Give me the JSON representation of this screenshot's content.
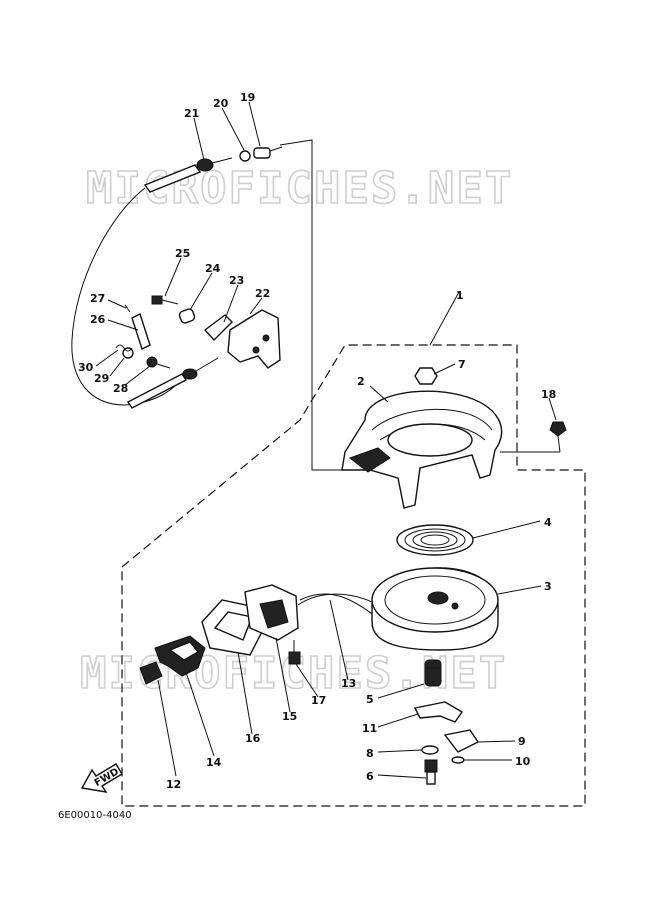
{
  "watermark": {
    "top": "MICROFICHES.NET",
    "bottom": "MICROFICHES.NET"
  },
  "drawing_code": "6E00010-4040",
  "fwd_label": "FWD",
  "callouts": {
    "p1": "1",
    "p2": "2",
    "p3": "3",
    "p4": "4",
    "p5": "5",
    "p6": "6",
    "p7": "7",
    "p8": "8",
    "p9": "9",
    "p10": "10",
    "p11": "11",
    "p12": "12",
    "p13": "13",
    "p14": "14",
    "p15": "15",
    "p16": "16",
    "p17": "17",
    "p18": "18",
    "p19": "19",
    "p20": "20",
    "p21": "21",
    "p22": "22",
    "p23": "23",
    "p24": "24",
    "p25": "25",
    "p26": "26",
    "p27": "27",
    "p28": "28",
    "p29": "29",
    "p30": "30"
  }
}
